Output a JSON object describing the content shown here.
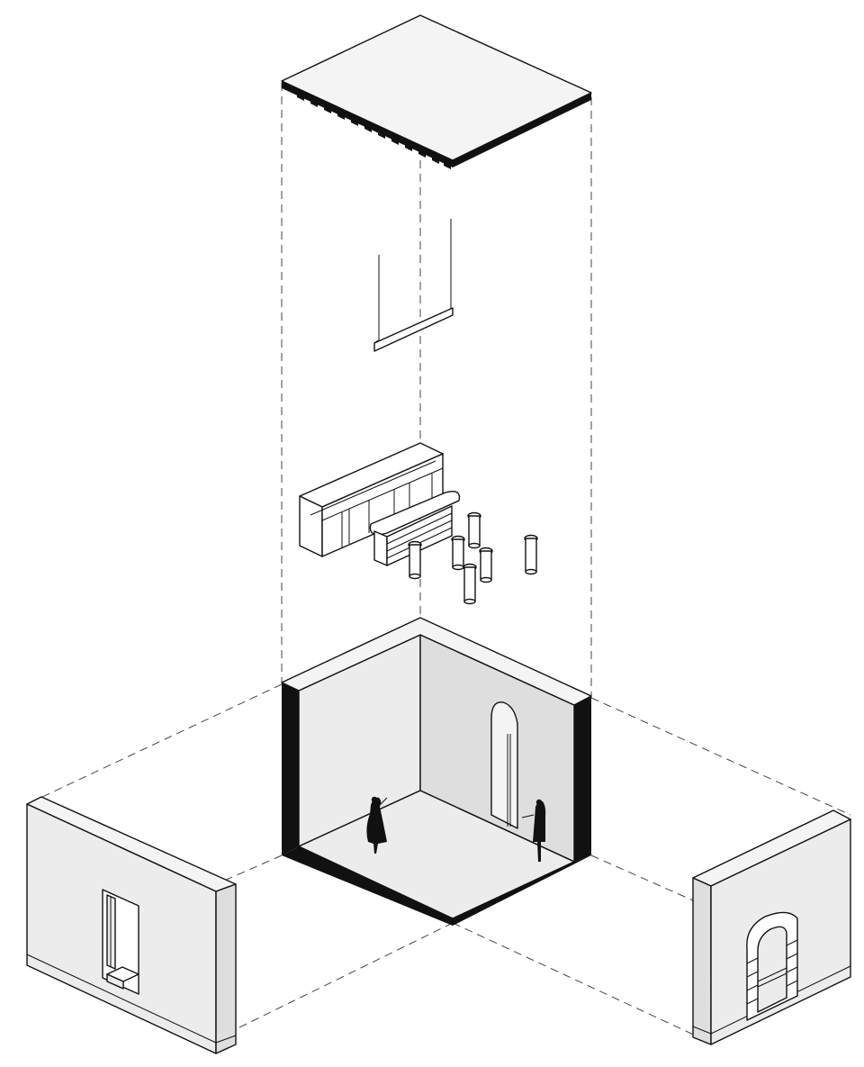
{
  "diagram": {
    "type": "exploded-axonometric",
    "components": [
      "ceiling-slab",
      "pendant-light",
      "bar-counter",
      "bar-stools",
      "room-shell",
      "left-wall-with-window",
      "right-wall-with-door"
    ],
    "people_count": 2,
    "stool_count": 6,
    "colors": {
      "line": "#111111",
      "surface": "#ececec",
      "top_surface": "#f4f4f4",
      "background": "#ffffff"
    }
  }
}
